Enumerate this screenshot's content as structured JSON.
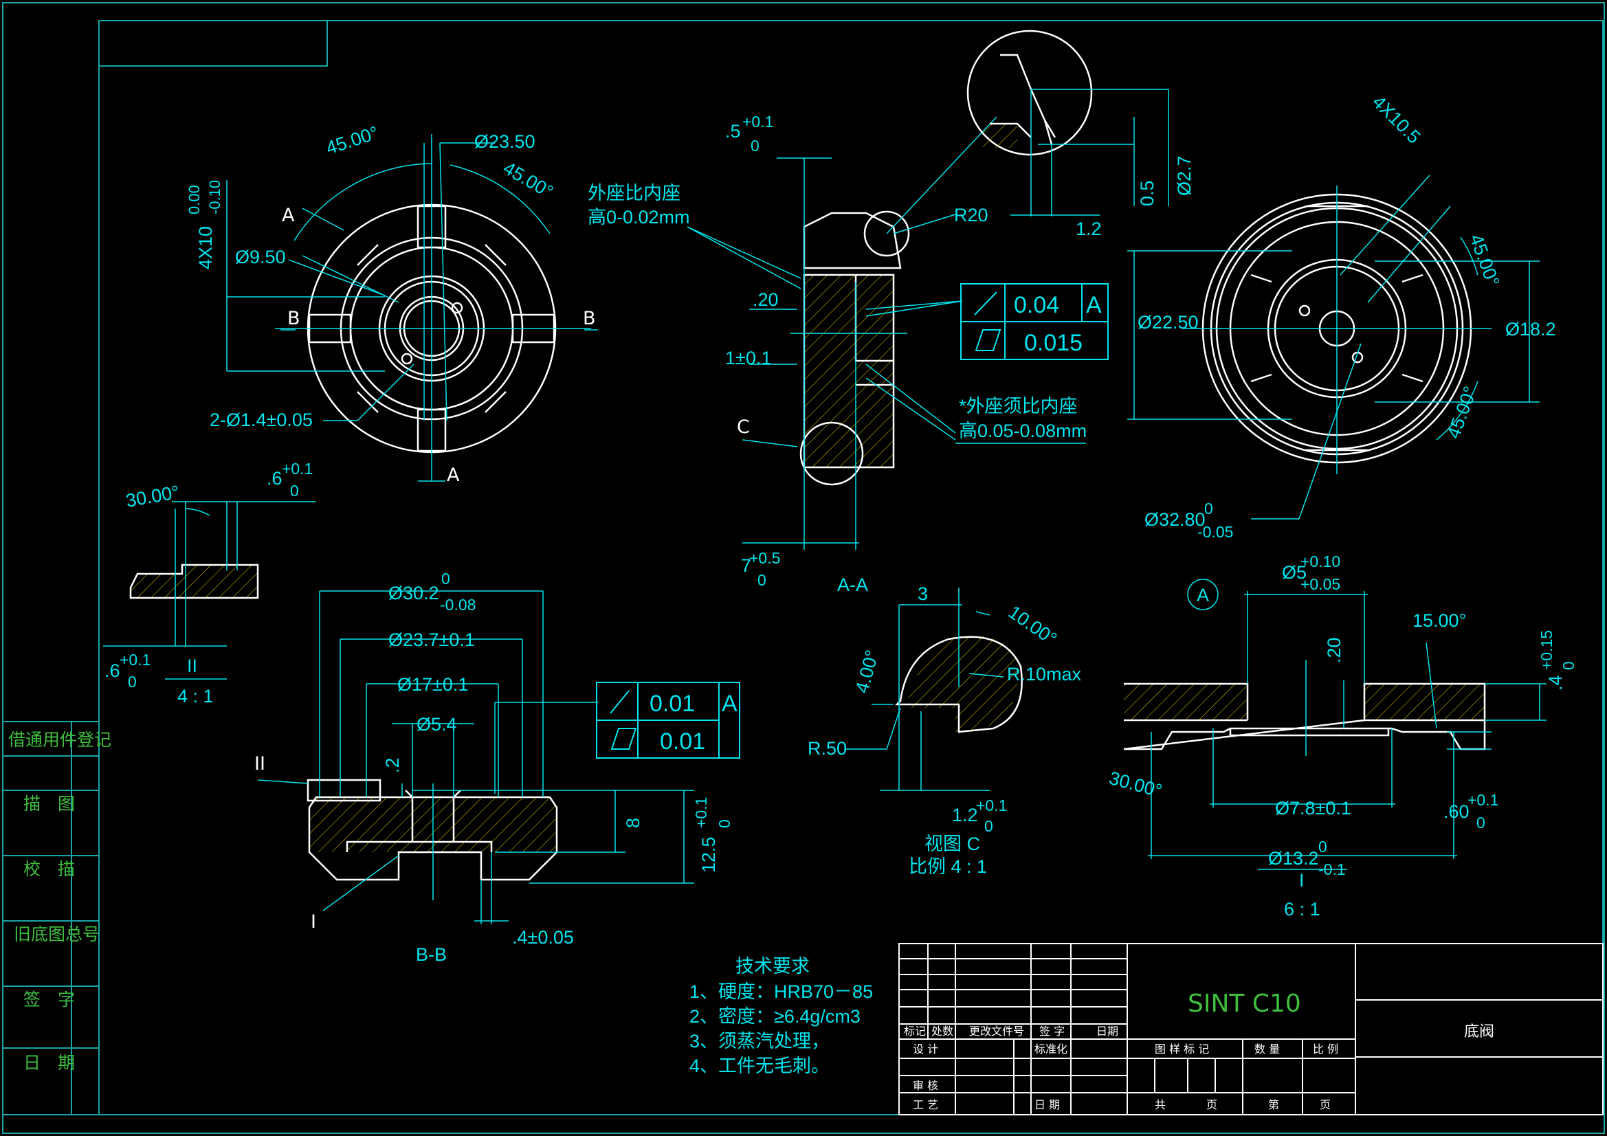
{
  "colors": {
    "background": "#000000",
    "frame": "#1aa6a6",
    "dimension": "#00e5ee",
    "outline": "#ffffff",
    "hatch": "#c8b400",
    "title_text": "#3fbf3f"
  },
  "left_sidebar": {
    "items": [
      "借通用件登记",
      "描　图",
      "校　描",
      "旧底图总号",
      "签　字",
      "日　期"
    ]
  },
  "views": {
    "front": {
      "angle_1": "45.00°",
      "angle_2": "45.00°",
      "diameter_outer": "Ø23.50",
      "diameter_inner": "Ø9.50",
      "slots_main": "4X10",
      "slots_tol_upper": "0.00",
      "slots_tol_lower": "-0.10",
      "holes": "2-Ø1.4±0.05",
      "section_a": "A",
      "section_b": "B"
    },
    "section_aa": {
      "title": "A-A",
      "top_dim_main": ".5",
      "top_dim_upper": "+0.1",
      "top_dim_lower": "0",
      "note_1_line1": "外座比内座",
      "note_1_line2": "高0-0.02mm",
      "dim_20": ".20",
      "dim_1": "1±0.1",
      "label_c": "C",
      "r20": "R20",
      "tol_runout": "0.04",
      "tol_runout_ref": "A",
      "tol_flatness": "0.015",
      "note_2_line1": "*外座须比内座",
      "note_2_line2": "高0.05-0.08mm",
      "bottom_dim_main": "7",
      "bottom_dim_upper": "+0.5",
      "bottom_dim_lower": "0"
    },
    "detail_top": {
      "dim_05": "0.5",
      "dim_27": "Ø2.7",
      "dim_12": "1.2"
    },
    "right_view": {
      "slots": "4X10.5",
      "angle_1": "45.00°",
      "angle_2": "45.00°",
      "diameter_a": "Ø22.50",
      "diameter_b": "Ø18.2",
      "outer_main": "Ø32.80",
      "outer_upper": "0",
      "outer_lower": "-0.05"
    },
    "detail_ii": {
      "angle": "30.00°",
      "dim_main": ".6",
      "dim_upper": "+0.1",
      "dim_lower": "0",
      "dim2_main": ".6",
      "dim2_upper": "+0.1",
      "dim2_lower": "0",
      "label": "II",
      "scale": "4 : 1"
    },
    "section_bb": {
      "title": "B-B",
      "d30_main": "Ø30.2",
      "d30_upper": "0",
      "d30_lower": "-0.08",
      "d23": "Ø23.7±0.1",
      "d17": "Ø17±0.1",
      "d54": "Ø5.4",
      "dim_2": ".2",
      "dim_8": "8",
      "h_main": "12.5",
      "h_upper": "+0.1",
      "h_lower": "0",
      "bottom_dim": ".4±0.05",
      "label_i": "I",
      "label_ii": "II",
      "tol_runout": "0.01",
      "tol_runout_ref": "A",
      "tol_flatness": "0.01"
    },
    "view_c": {
      "dim_3": "3",
      "angle_10": "10.00°",
      "angle_4": "4.00°",
      "r10": "R.10max",
      "r50": "R.50",
      "dim_main": "1.2",
      "dim_upper": "+0.1",
      "dim_lower": "0",
      "title": "视图 C",
      "scale": "比例 4 : 1"
    },
    "detail_i": {
      "datum": "A",
      "d5_main": "Ø5",
      "d5_upper": "+0.10",
      "d5_lower": "+0.05",
      "angle_15": "15.00°",
      "dim_20": ".20",
      "dim_right_main": ".4",
      "dim_right_upper": "+0.15",
      "dim_right_lower": "0",
      "angle_30": "30.00°",
      "d78": "Ø7.8±0.1",
      "dim_60_main": ".60",
      "dim_60_upper": "+0.1",
      "dim_60_lower": "0",
      "d13_main": "Ø13.2",
      "d13_upper": "0",
      "d13_lower": "-0.1",
      "label": "I",
      "scale": "6 : 1"
    }
  },
  "tech_requirements": {
    "title": "技术要求",
    "items": [
      "1、硬度：HRB70－85",
      "2、密度：≥6.4g/cm3",
      "3、须蒸汽处理，",
      "4、工件无毛刺。"
    ]
  },
  "title_block": {
    "material": "SINT C10",
    "part_name": "底阀",
    "row_labels": [
      "标记",
      "处数",
      "更改文件号",
      "签 字",
      "日期"
    ],
    "design": "设 计",
    "standard": "标准化",
    "review": "审 核",
    "process": "工 艺",
    "date": "日 期",
    "stage": "图 样 标 记",
    "qty": "数 量",
    "scale": "比 例",
    "total": "共",
    "sheet": "页",
    "nth": "第",
    "page": "页"
  }
}
